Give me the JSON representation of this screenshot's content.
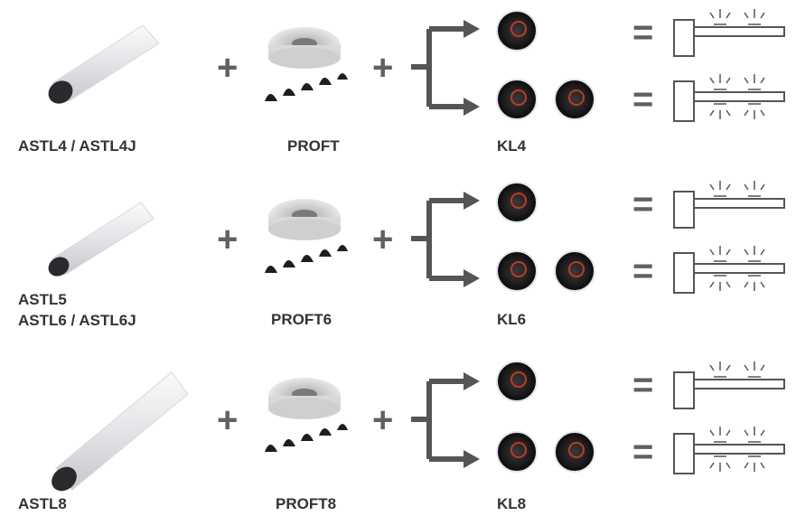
{
  "colors": {
    "text": "#333333",
    "operator": "#606060",
    "tube_body": "#e9e9ec",
    "tube_end": "#222222",
    "lamp_red": "#c0392b",
    "barrier_stroke": "#555555"
  },
  "operators": {
    "plus": "+",
    "equals": "="
  },
  "icons": {
    "tube": "aluminium-tube-image",
    "profile": "rubber-profile-roll-image",
    "lamp": "round-light-image",
    "barrier_single": "barrier-lights-one-side-icon",
    "barrier_double": "barrier-lights-both-sides-icon"
  },
  "rows": [
    {
      "tube_label": "ASTL4 / ASTL4J",
      "profile_label": "PROFT",
      "lights_label": "KL4"
    },
    {
      "tube_label": "ASTL5\nASTL6 / ASTL6J",
      "profile_label": "PROFT6",
      "lights_label": "KL6"
    },
    {
      "tube_label": "ASTL8",
      "profile_label": "PROFT8",
      "lights_label": "KL8"
    }
  ]
}
